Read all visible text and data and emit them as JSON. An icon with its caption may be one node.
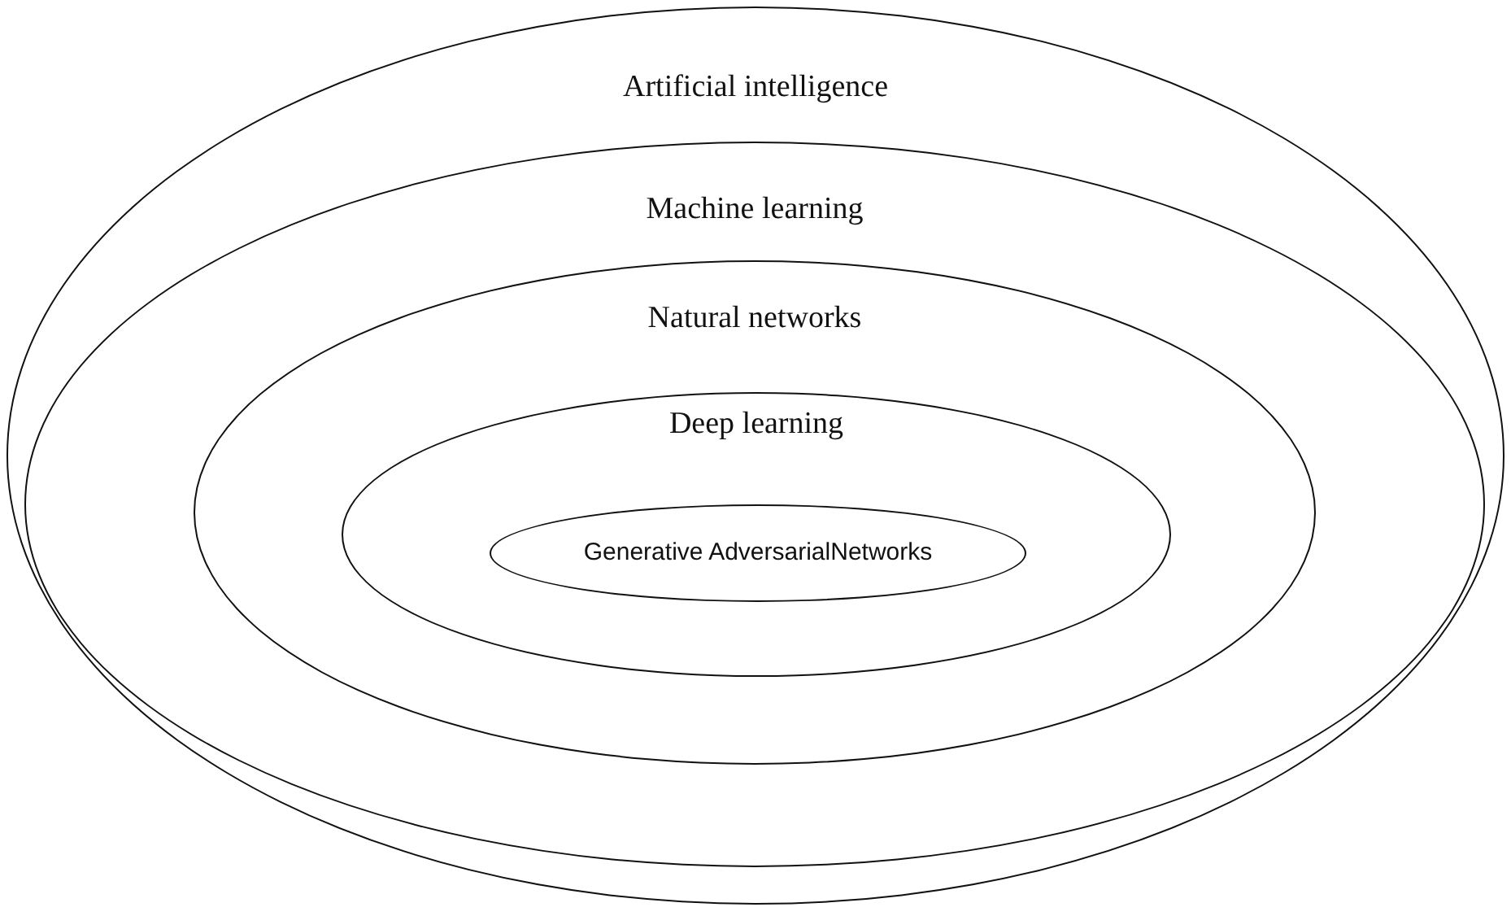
{
  "diagram": {
    "nodes": [
      {
        "text": [
          "Artificial intelligence"
        ]
      },
      {
        "text": [
          "Machine learning"
        ],
        "in": 0
      },
      {
        "text": [
          "Natural networks"
        ],
        "in": 1
      },
      {
        "text": [
          "Deep learning"
        ],
        "in": 2
      },
      {
        "text": [
          "Generative AdversarialNetworks"
        ],
        "in": 3
      }
    ]
  }
}
